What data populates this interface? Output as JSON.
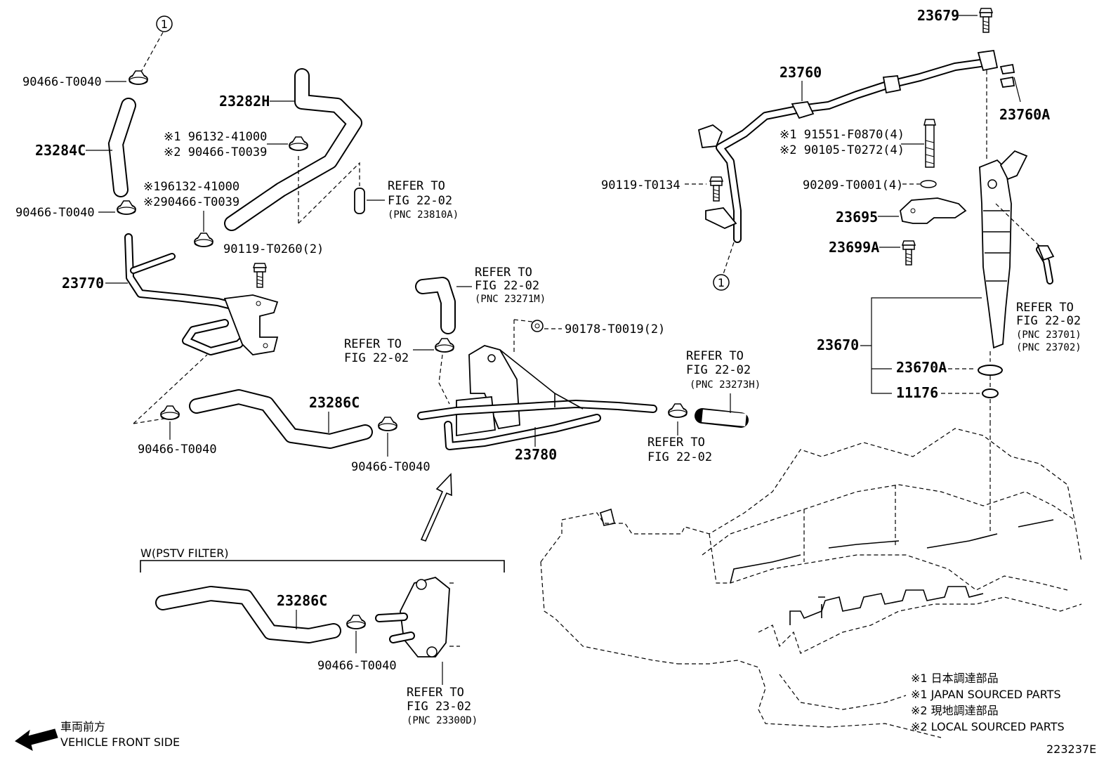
{
  "labels": {
    "p90466_t0040_a": "90466-T0040",
    "p23284C": "23284C",
    "p90466_t0040_b": "90466-T0040",
    "p23282H": "23282H",
    "p96132_a": "※1 96132-41000",
    "p90466_t0039_a": "※2 90466-T0039",
    "p96132_b": "※196132-41000",
    "p90466_t0039_b": "※290466-T0039",
    "p90119_t0260": "90119-T0260(2)",
    "p23770": "23770",
    "p90466_t0040_c": "90466-T0040",
    "p23286C_a": "23286C",
    "p90466_t0040_d": "90466-T0040",
    "p23780": "23780",
    "p90178": "90178-T0019(2)",
    "p23679": "23679",
    "p23760": "23760",
    "p23760A": "23760A",
    "p91551": "※1 91551-F0870(4)",
    "p90105": "※2 90105-T0272(4)",
    "p90119_t0134": "90119-T0134",
    "p90209": "90209-T0001(4)",
    "p23695": "23695",
    "p23699A": "23699A",
    "p23670": "23670",
    "p23670A": "23670A",
    "p11176": "11176",
    "p23286C_b": "23286C",
    "p90466_t0040_e": "90466-T0040"
  },
  "refs": {
    "r1": {
      "l1": "REFER TO",
      "l2": "FIG 22-02",
      "l3": "(PNC 23810A)"
    },
    "r2": {
      "l1": "REFER TO",
      "l2": "FIG 22-02",
      "l3": "(PNC 23271M)"
    },
    "r3": {
      "l1": "REFER TO",
      "l2": "FIG 22-02"
    },
    "r4": {
      "l1": "REFER TO",
      "l2": "FIG 22-02",
      "l3": "(PNC 23273H)"
    },
    "r5": {
      "l1": "REFER TO",
      "l2": "FIG 22-02"
    },
    "r6": {
      "l1": "REFER TO",
      "l2": "FIG 22-02",
      "l3": "(PNC 23701)",
      "l4": "(PNC 23702)"
    },
    "r7": {
      "l1": "REFER TO",
      "l2": "FIG 23-02",
      "l3": "(PNC 23300D)"
    }
  },
  "circle_marker": "1",
  "inset_title": "W(PSTV FILTER)",
  "legend": [
    "※1 日本調達部品",
    "※1 JAPAN SOURCED PARTS",
    "※2 現地調達部品",
    "※2 LOCAL SOURCED PARTS"
  ],
  "front": {
    "jp": "車両前方",
    "en": "VEHICLE FRONT SIDE"
  },
  "figure_code": "223237E"
}
